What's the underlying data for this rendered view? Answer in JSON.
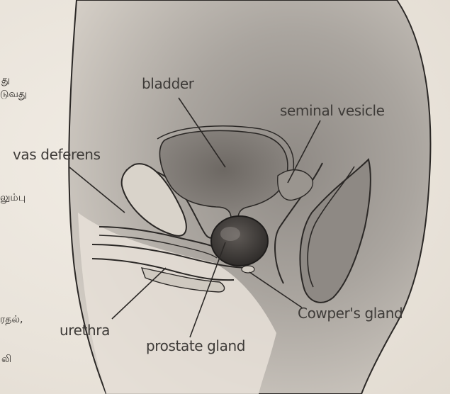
{
  "labels": {
    "bladder": "bladder",
    "seminal_vesicle": "seminal vesicle",
    "vas_deferens": "vas deferens",
    "urethra": "urethra",
    "cowpers_gland": "Cowper's gland",
    "prostate_gland": "prostate gland"
  },
  "margin_text": [
    "து",
    "டுவது",
    "லும்பு",
    "ரதல்,",
    "லி"
  ],
  "colors": {
    "paper": "#ece7df",
    "body_shade": "#b9b4ae",
    "organ_dark": "#7a7570",
    "line": "#2b2826",
    "label": "#3e3b38"
  }
}
